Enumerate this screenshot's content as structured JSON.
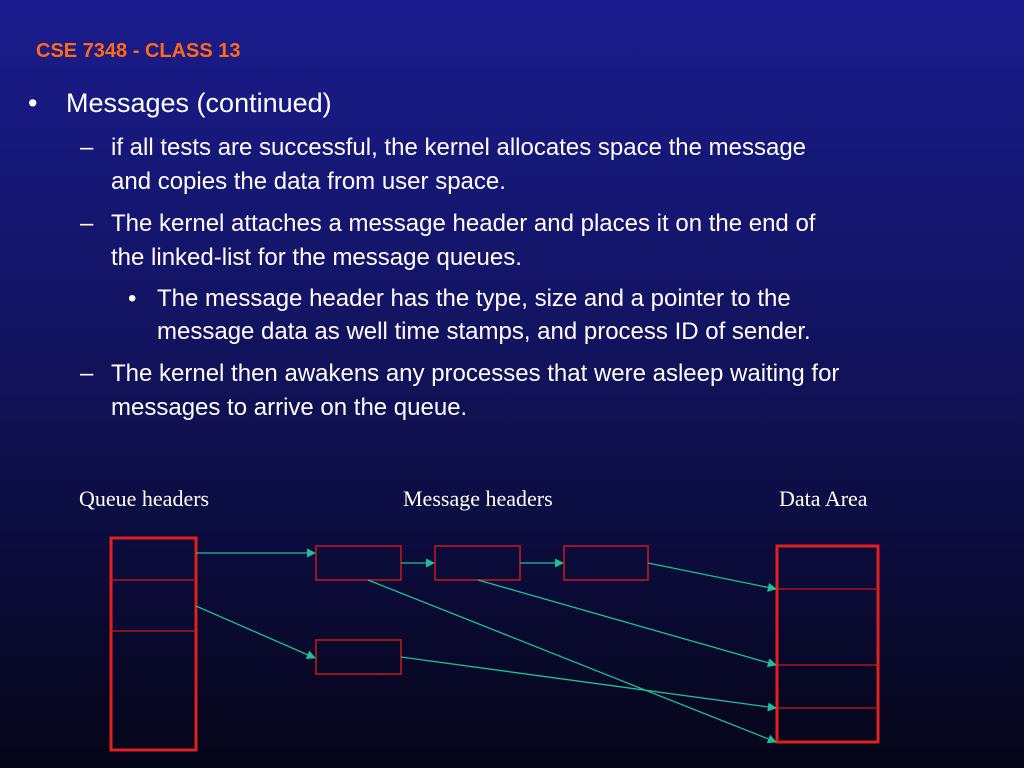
{
  "slide": {
    "title": "CSE 7348 - CLASS 13",
    "bullet_marks": {
      "level1": "•",
      "level2": "–",
      "level3": "•"
    },
    "items": {
      "heading": "Messages (continued)",
      "p1_line1": "if all tests are successful, the kernel allocates space the message",
      "p1_line2": "and copies the data from user space.",
      "p2_line1": "The kernel attaches a message header and places it on the end of",
      "p2_line2": "the linked-list for the message queues.",
      "p3_line1": "The message header has the type, size and a pointer to the",
      "p3_line2": "message data as well time stamps, and process ID of sender.",
      "p4_line1": "The kernel then awakens any processes that were asleep waiting for",
      "p4_line2": "messages to arrive on the queue."
    }
  },
  "diagram": {
    "labels": {
      "queue_headers": "Queue headers",
      "message_headers": "Message headers",
      "data_area": "Data Area"
    },
    "colors": {
      "box_outline": "#e0201c",
      "divider": "#c81a18",
      "arrow": "#1fbf9a"
    }
  }
}
